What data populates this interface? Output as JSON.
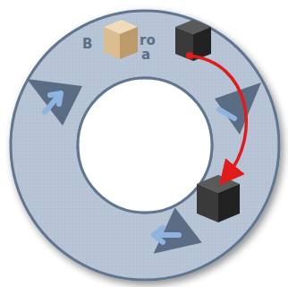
{
  "diagram": {
    "labels": [
      "B",
      "ro",
      "a"
    ]
  }
}
